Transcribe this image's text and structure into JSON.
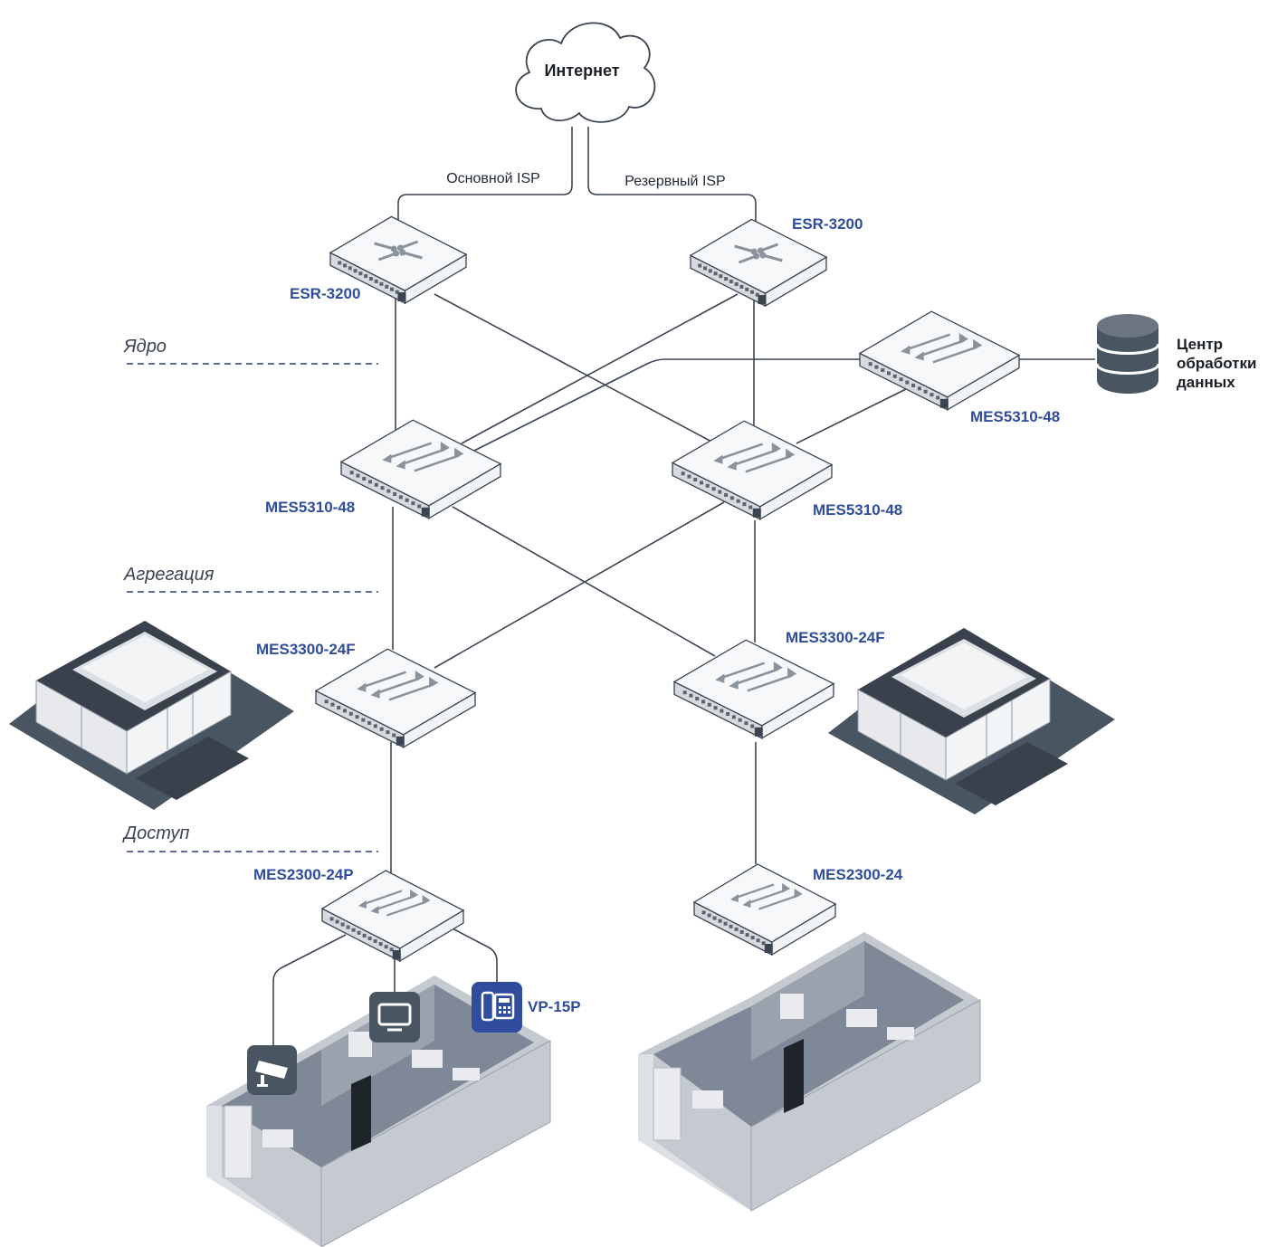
{
  "cloud": {
    "label": "Интернет"
  },
  "isp": {
    "primary": "Основной ISP",
    "backup": "Резервный ISP"
  },
  "layers": {
    "core": "Ядро",
    "aggregation": "Агрегация",
    "access": "Доступ"
  },
  "devices": {
    "esr_left": "ESR-3200",
    "esr_right": "ESR-3200",
    "mes5310_left": "MES5310-48",
    "mes5310_right": "MES5310-48",
    "mes5310_dc": "MES5310-48",
    "mes3300_left": "MES3300-24F",
    "mes3300_right": "MES3300-24F",
    "mes2300_left": "MES2300-24P",
    "mes2300_right": "MES2300-24",
    "phone": "VP-15P"
  },
  "datacenter": {
    "line1": "Центр",
    "line2": "обработки",
    "line3": "данных"
  },
  "icons": {
    "camera": "cctv-camera-icon",
    "display": "monitor-icon",
    "phone": "ip-phone-icon",
    "database": "database-icon",
    "router": "router-arrows-icon",
    "switch": "switch-arrows-icon"
  },
  "colors": {
    "label_blue": "#2f4d9c",
    "dark_device": "#4a5562",
    "line": "#3b4451"
  }
}
